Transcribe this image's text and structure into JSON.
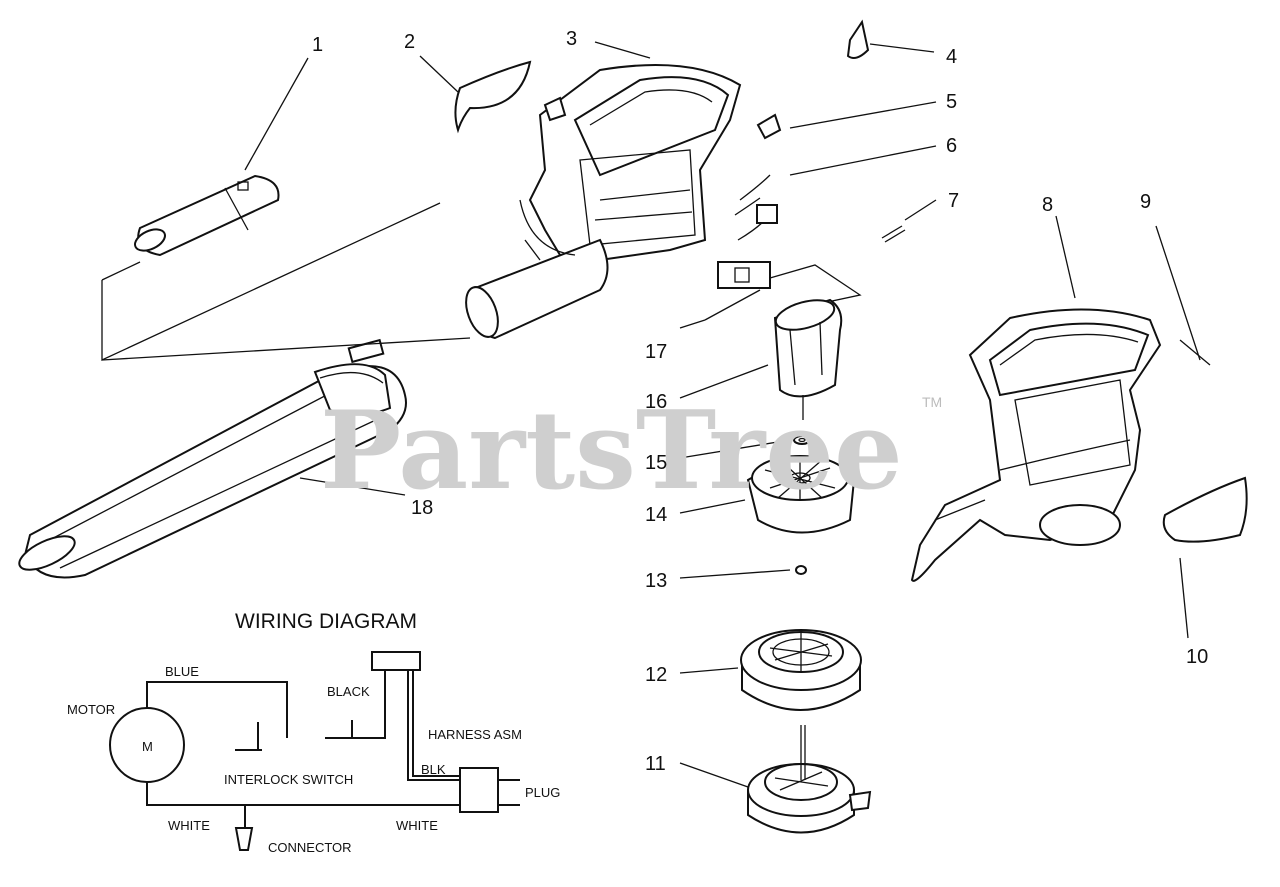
{
  "watermark": {
    "text": "PartsTree",
    "trademark": "TM"
  },
  "part_numbers": [
    "1",
    "2",
    "3",
    "4",
    "5",
    "6",
    "7",
    "8",
    "9",
    "10",
    "11",
    "12",
    "13",
    "14",
    "15",
    "16",
    "17",
    "18"
  ],
  "wiring": {
    "title": "WIRING DIAGRAM",
    "motor": "MOTOR",
    "motor_symbol": "M",
    "blue": "BLUE",
    "black": "BLACK",
    "harness": "HARNESS ASM",
    "blk": "BLK",
    "interlock": "INTERLOCK SWITCH",
    "plug": "PLUG",
    "white_left": "WHITE",
    "white_right": "WHITE",
    "connector": "CONNECTOR"
  }
}
